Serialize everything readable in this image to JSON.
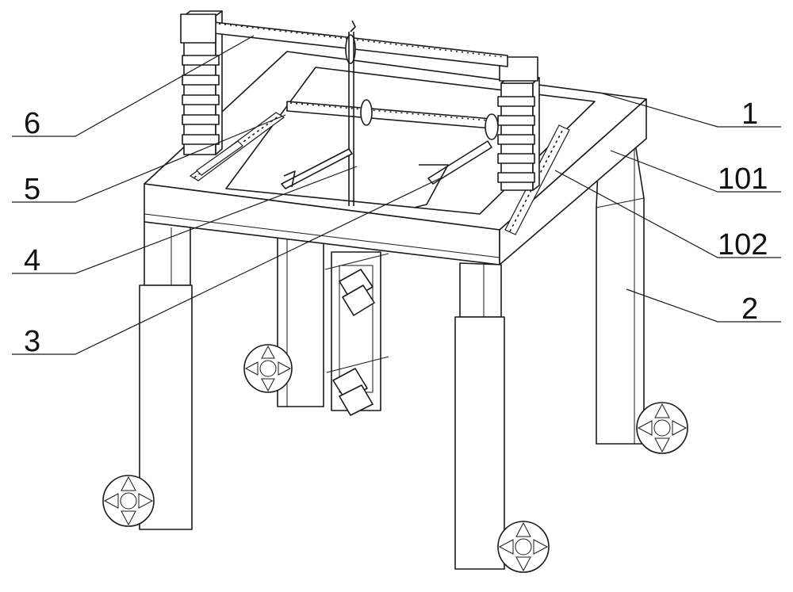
{
  "labels": {
    "l6": "6",
    "l5": "5",
    "l4": "4",
    "l3": "3",
    "l1": "1",
    "l101": "101",
    "l102": "102",
    "l2": "2"
  }
}
